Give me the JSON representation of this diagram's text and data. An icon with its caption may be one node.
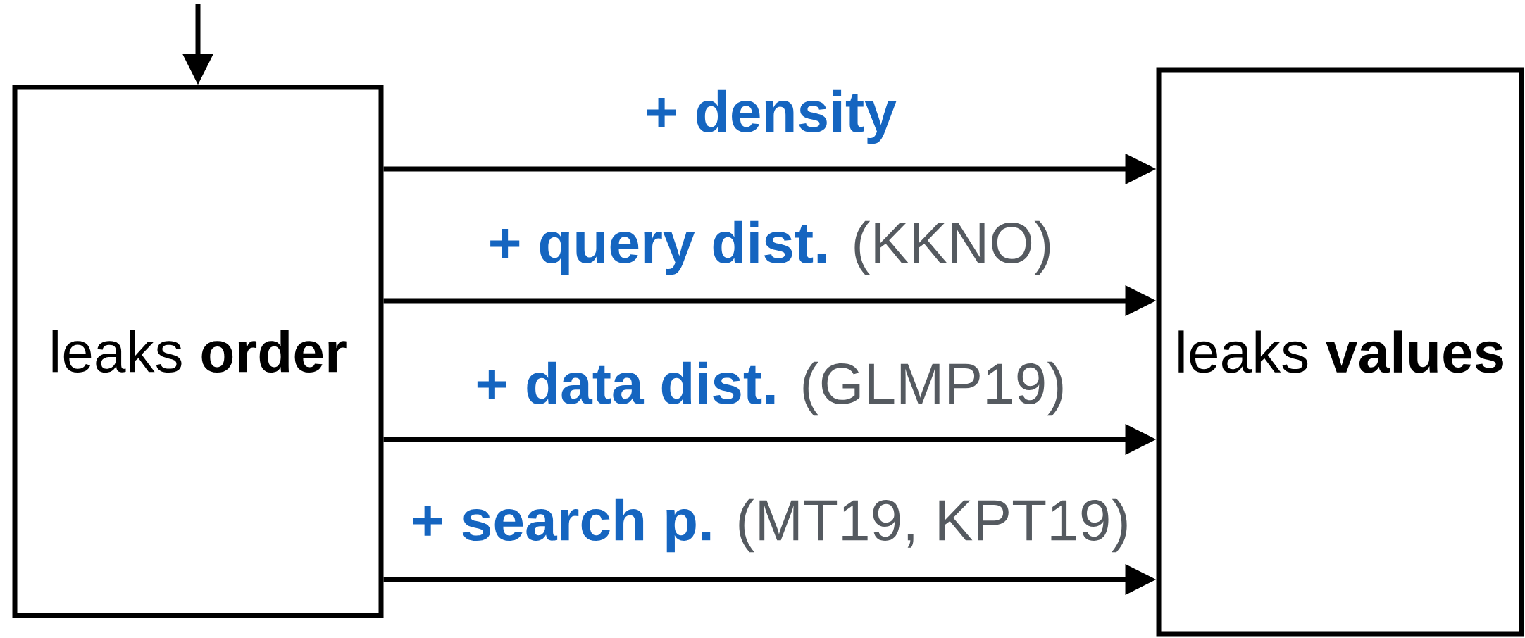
{
  "diagram": {
    "nodes": [
      {
        "text": [
          "leaks **order**"
        ]
      },
      {
        "text": [
          "leaks **values**"
        ]
      }
    ],
    "edges": [
      {
        "from": null,
        "to": 0,
        "arrow": "to"
      },
      {
        "from": 0,
        "to": 1,
        "arrow": "to",
        "label": "**+ density**"
      },
      {
        "from": 0,
        "to": 1,
        "arrow": "to",
        "label": "**+ query dist.** (KKNO)"
      },
      {
        "from": 0,
        "to": 1,
        "arrow": "to",
        "label": "**+ data dist.** (GLMP19)"
      },
      {
        "from": 0,
        "to": 1,
        "arrow": "to",
        "label": "**+ search p.** (MT19, KPT19)"
      }
    ]
  }
}
